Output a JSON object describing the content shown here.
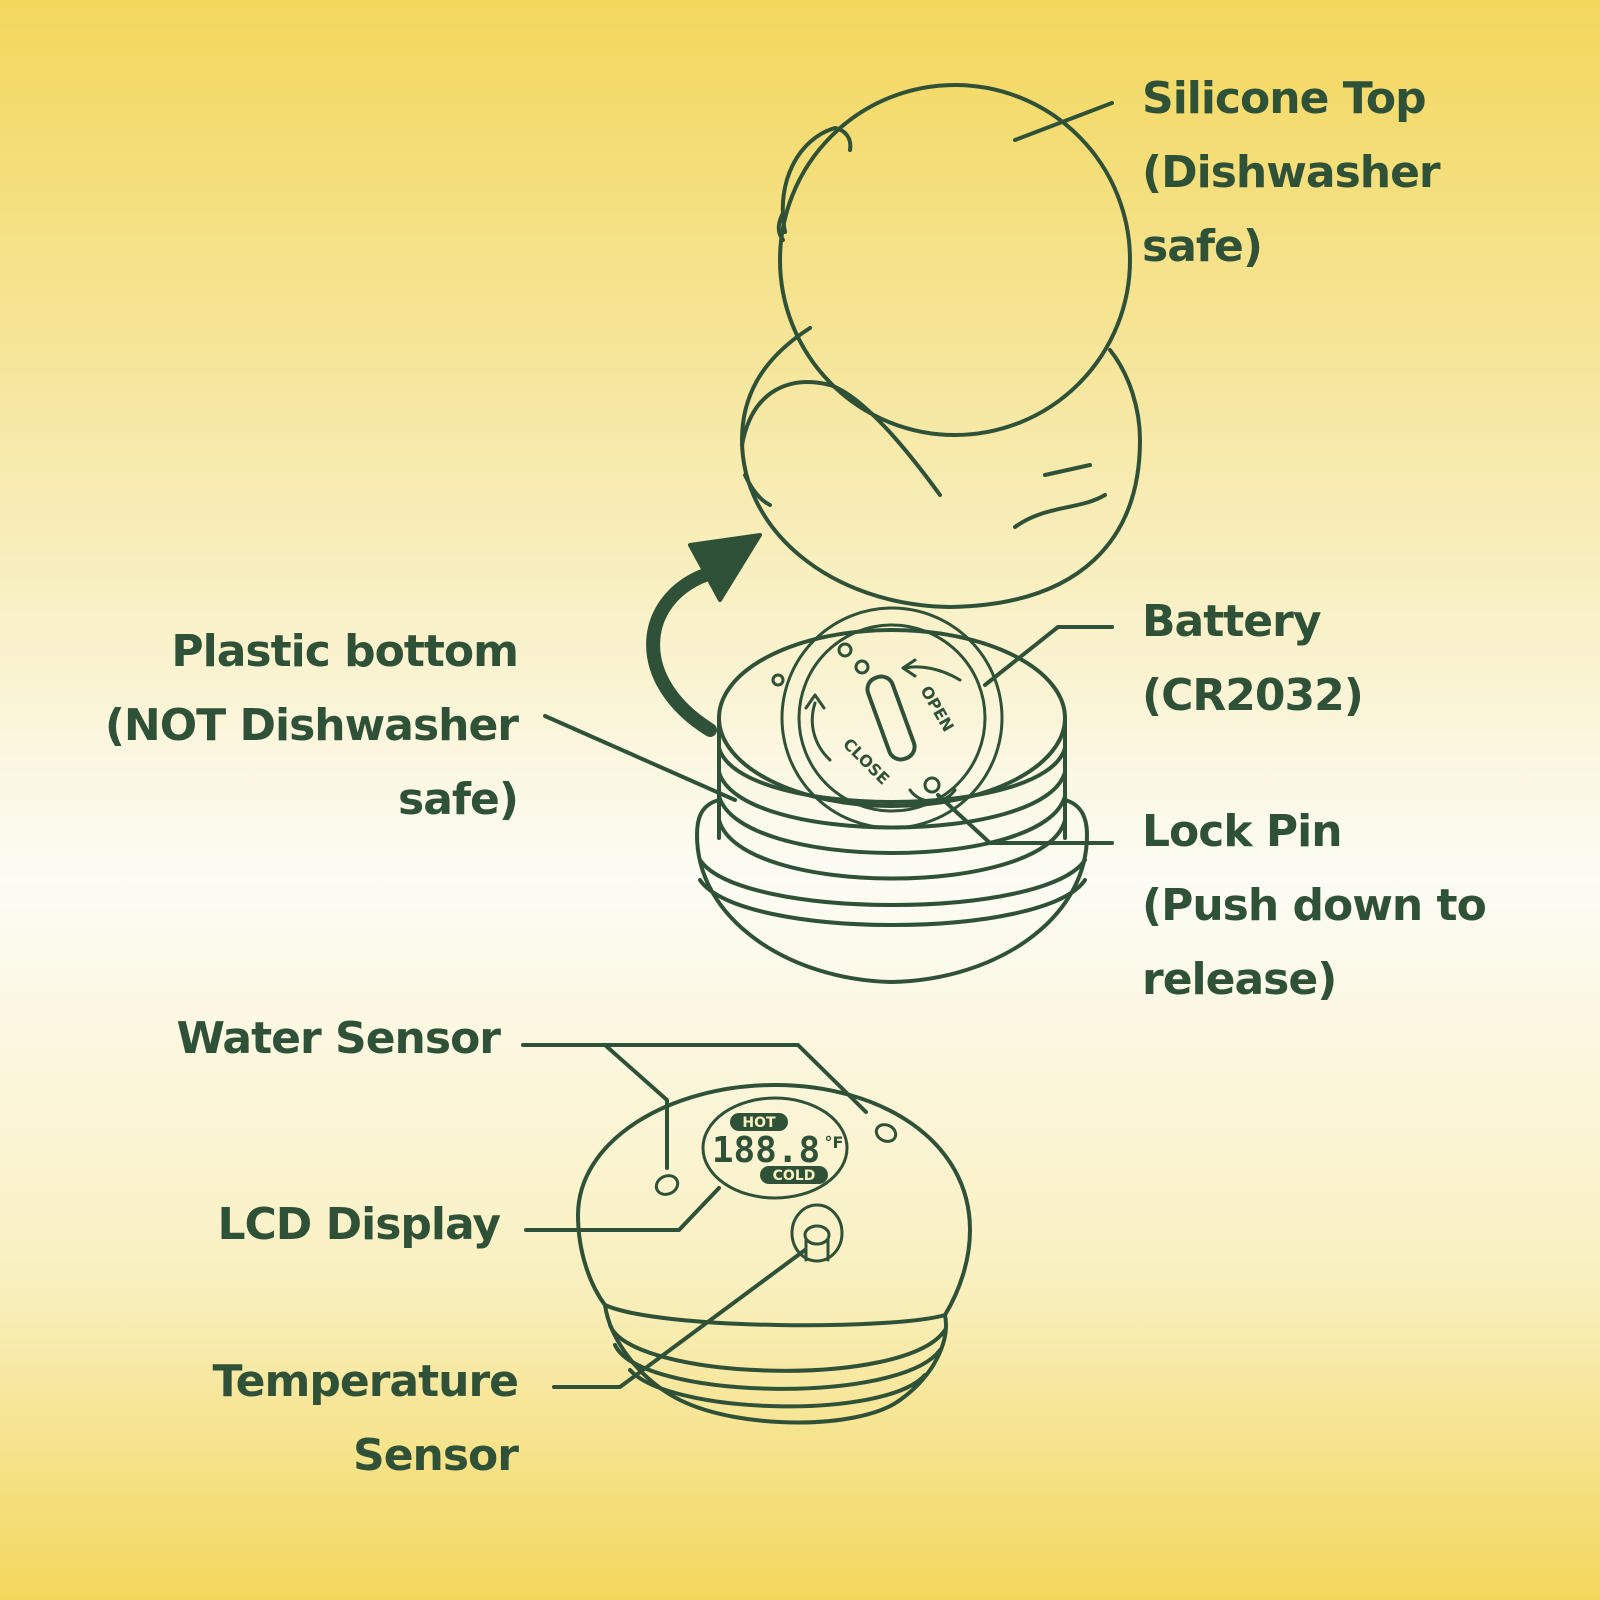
{
  "colors": {
    "ink": "#2f5137",
    "bg_top": "#f3d75c",
    "bg_mid": "#fdfcf5"
  },
  "lcd": {
    "hot": "HOT",
    "digits": "188.8",
    "unit": "°F",
    "cold": "COLD"
  },
  "battery_cap": {
    "close": "CLOSE",
    "open": "OPEN"
  },
  "labels": {
    "silicone_top": [
      "Silicone Top",
      "(Dishwasher",
      "safe)"
    ],
    "battery": [
      "Battery",
      "(CR2032)"
    ],
    "lock_pin": [
      "Lock Pin",
      "(Push down to",
      "release)"
    ],
    "plastic_bottom": [
      "Plastic bottom",
      "(NOT  Dishwasher",
      "safe)"
    ],
    "water_sensor": [
      "Water Sensor"
    ],
    "lcd_display": [
      "LCD Display"
    ],
    "temperature_sensor": [
      "Temperature",
      "Sensor"
    ]
  }
}
